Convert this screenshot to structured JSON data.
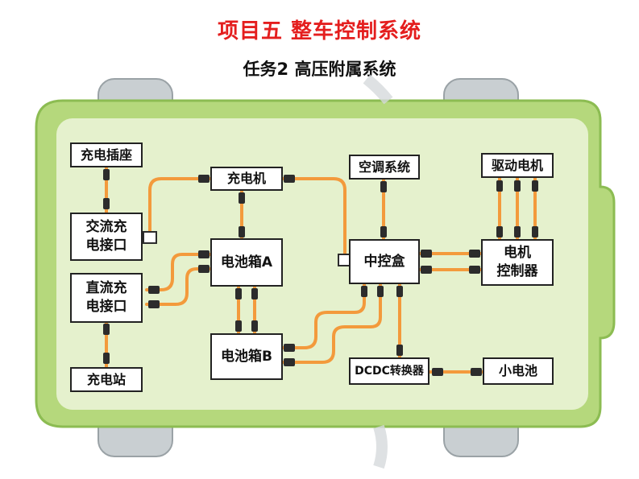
{
  "header": {
    "title": "项目五 整车控制系统",
    "subtitle": "任务2 高压附属系统"
  },
  "colors": {
    "title": "#e41e1e",
    "body_fill": "#b5d87c",
    "body_stroke": "#8cbc52",
    "body_inner": "#f6fae8",
    "wheel": "#c9cfd2",
    "cable": "#f39a3c",
    "connector": "#2c2c2c",
    "box_border": "#222222",
    "box_fill": "#ffffff"
  },
  "nodes": {
    "charge_socket": "充电插座",
    "ac_port": "交流充\n电接口",
    "dc_port": "直流充\n电接口",
    "charging_station": "充电站",
    "charger": "充电机",
    "battery_a": "电池箱A",
    "battery_b": "电池箱B",
    "ac_system": "空调系统",
    "central_box": "中控盒",
    "drive_motor": "驱动电机",
    "motor_controller": "电机\n控制器",
    "dcdc": "DCDC转换器",
    "small_battery": "小电池"
  }
}
